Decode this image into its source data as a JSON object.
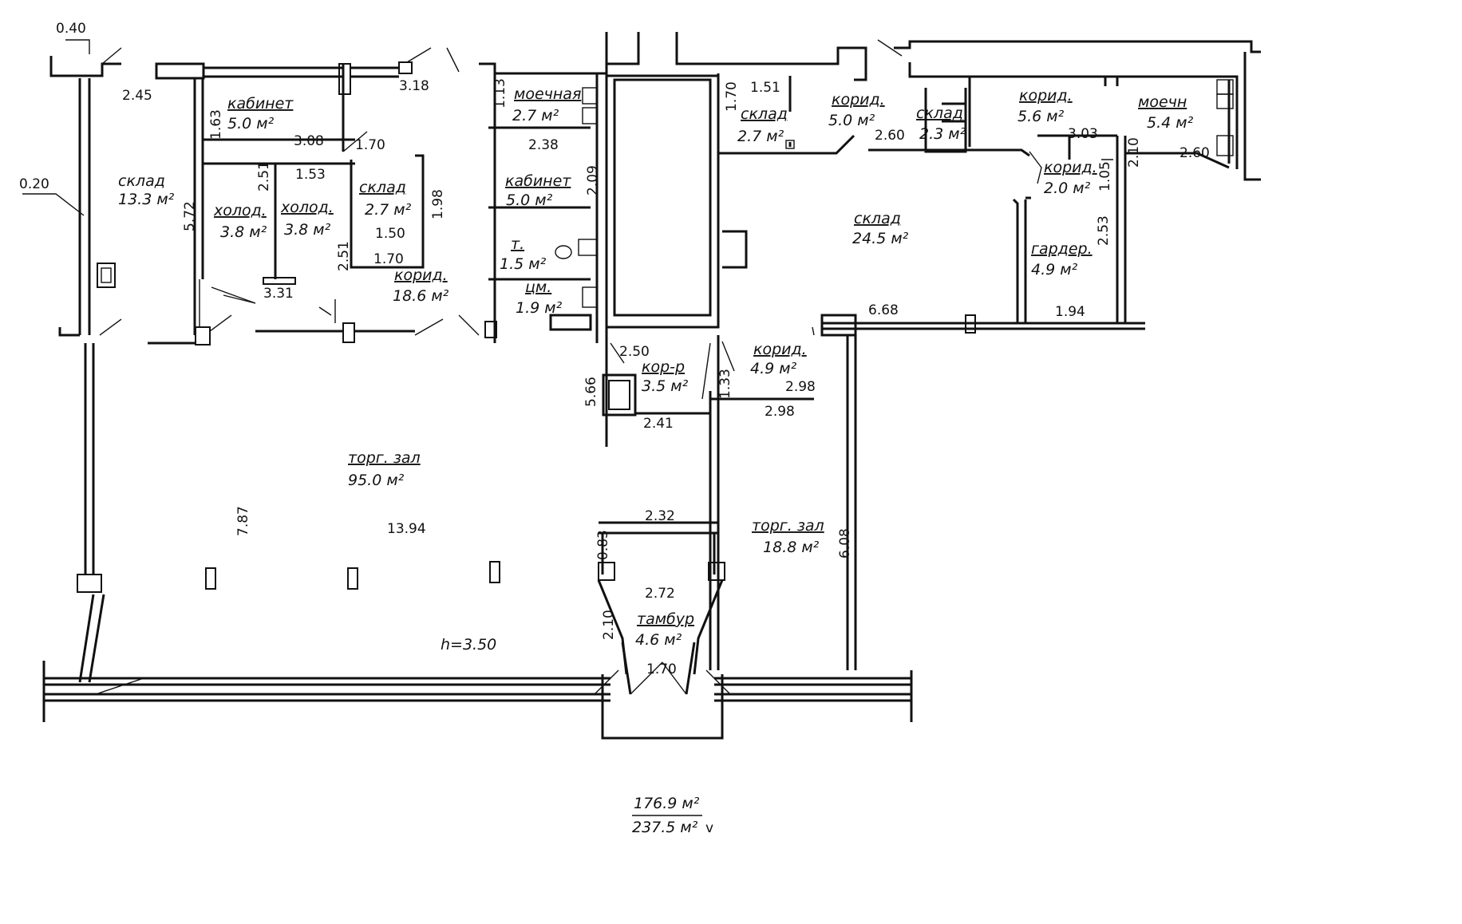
{
  "rooms": [
    {
      "name": "склад",
      "area": "13.3 м²"
    },
    {
      "name": "кабинет",
      "area": "5.0 м²"
    },
    {
      "name": "холод.",
      "area": "3.8 м²"
    },
    {
      "name": "холод.",
      "area": "3.8 м²"
    },
    {
      "name": "склад",
      "area": "2.7 м²"
    },
    {
      "name": "корид.",
      "area": "18.6 м²"
    },
    {
      "name": "моечная",
      "area": "2.7 м²"
    },
    {
      "name": "кабинет",
      "area": "5.0 м²"
    },
    {
      "name": "т.",
      "area": "1.5 м²"
    },
    {
      "name": "цм.",
      "area": "1.9 м²"
    },
    {
      "name": "склад",
      "area": "2.7 м²"
    },
    {
      "name": "корид.",
      "area": "5.0 м²"
    },
    {
      "name": "склад",
      "area": "2.3 м²"
    },
    {
      "name": "корид.",
      "area": "5.6 м²"
    },
    {
      "name": "моечн",
      "area": "5.4 м²"
    },
    {
      "name": "корид.",
      "area": "2.0 м²"
    },
    {
      "name": "склад",
      "area": "24.5 м²"
    },
    {
      "name": "гардер.",
      "area": "4.9 м²"
    },
    {
      "name": "корид.",
      "area": "4.9 м²"
    },
    {
      "name": "кор-р",
      "area": "3.5 м²"
    },
    {
      "name": "торг. зал",
      "area": "95.0 м²"
    },
    {
      "name": "торг. зал",
      "area": "18.8 м²"
    },
    {
      "name": "тамбур",
      "area": "4.6 м²"
    }
  ],
  "dimensions": [
    "0.40",
    "2.45",
    "0.20",
    "3.18",
    "1.63",
    "5.72",
    "3.08",
    "1.70",
    "1.53",
    "2.51",
    "2.51",
    "1.98",
    "1.50",
    "1.70",
    "3.31",
    "1.13",
    "2.38",
    "2.09",
    "1.70",
    "1.51",
    "2.60",
    "3.03",
    "2.10",
    "2.60",
    "1.05",
    "2.53",
    "6.68",
    "1.94",
    "2.50",
    "5.66",
    "1.33",
    "2.98",
    "2.98",
    "2.41",
    "7.87",
    "13.94",
    "2.32",
    "0.83",
    "2.72",
    "2.10",
    "6.08",
    "1.70"
  ],
  "ceiling_height": "h=3.50",
  "totals": {
    "area1": "176.9 м²",
    "area2": "237.5 м²"
  }
}
